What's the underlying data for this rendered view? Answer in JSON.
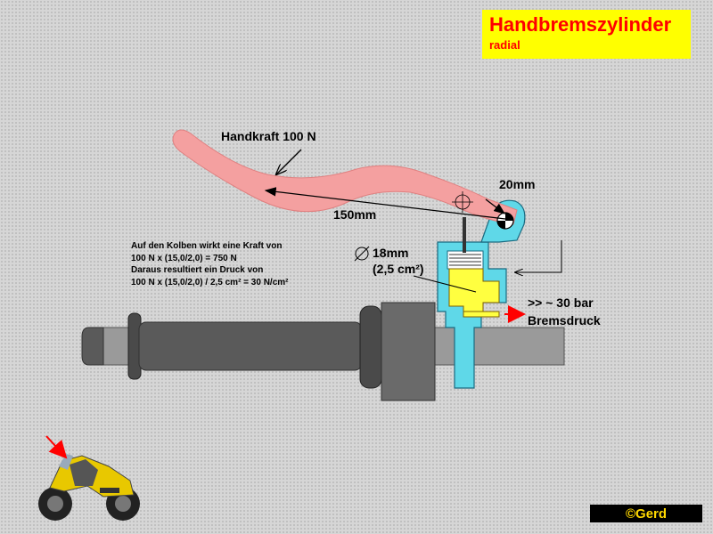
{
  "title": {
    "main": "Handbremszylinder",
    "sub": "radial"
  },
  "labels": {
    "hand_force": "Handkraft 100 N",
    "lever_arm_short": "20mm",
    "lever_arm_long": "150mm",
    "diameter": "18mm",
    "area": "(2,5 cm²)",
    "pressure_out": ">> ~ 30 bar",
    "brake_pressure": "Bremsdruck"
  },
  "calculation": {
    "line1": "Auf den Kolben wirkt eine Kraft von",
    "line2": "100 N x (15,0/2,0) = 750 N",
    "line3": "Daraus resultiert ein Druck von",
    "line4": "100 N x (15,0/2,0) / 2,5 cm² = 30 N/cm²"
  },
  "copyright": "©Gerd",
  "colors": {
    "title_bg": "#ffff00",
    "title_text": "#ff0000",
    "lever": "#f4a0a0",
    "cylinder": "#5fd8e8",
    "piston": "#ffff40",
    "grip": "#5a5a5a",
    "bar": "#9a9a9a",
    "arrow_red": "#ff0000"
  },
  "icons": {
    "motorcycle": "motorcycle-icon",
    "pivot": "pivot-crosshair-icon",
    "diameter": "diameter-symbol-icon"
  }
}
